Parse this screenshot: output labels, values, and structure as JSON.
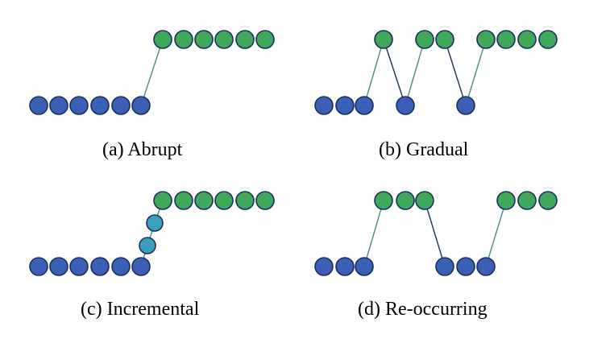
{
  "colors": {
    "old_concept": "#3a5fb5",
    "new_concept": "#3fa85a",
    "intermediate": "#3a9fbf",
    "stroke": "#1c2f5e",
    "connector": "#4a8a8a"
  },
  "panels": [
    {
      "id": "abrupt",
      "caption": "(a)  Abrupt",
      "sequence": [
        "old",
        "old",
        "old",
        "old",
        "old",
        "old",
        "new",
        "new",
        "new",
        "new",
        "new",
        "new"
      ]
    },
    {
      "id": "gradual",
      "caption": "(b)  Gradual",
      "sequence": [
        "old",
        "old",
        "old",
        "new",
        "old",
        "new",
        "new",
        "old",
        "new",
        "new",
        "new",
        "new"
      ]
    },
    {
      "id": "incremental",
      "caption": "(c)  Incremental",
      "sequence": [
        "old",
        "old",
        "old",
        "old",
        "old",
        "old",
        "mid1",
        "mid2",
        "new",
        "new",
        "new",
        "new",
        "new",
        "new"
      ]
    },
    {
      "id": "reoccurring",
      "caption": "(d)  Re-occurring",
      "sequence": [
        "old",
        "old",
        "old",
        "new",
        "new",
        "new",
        "old",
        "old",
        "old",
        "new",
        "new",
        "new"
      ]
    }
  ]
}
